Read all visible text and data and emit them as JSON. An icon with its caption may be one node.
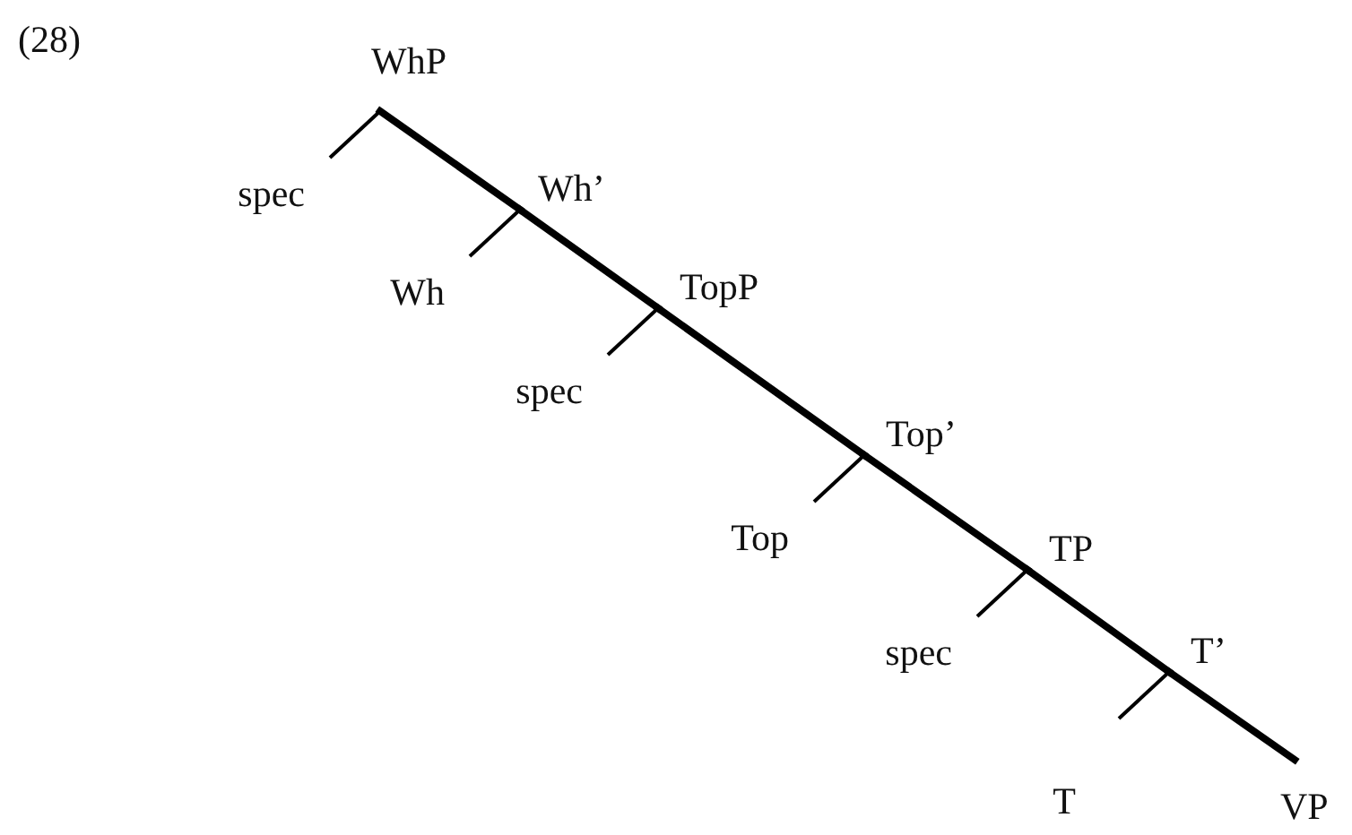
{
  "diagram": {
    "nodes": [
      {
        "text": [
          "WhP"
        ]
      },
      {
        "text": [
          "spec"
        ]
      },
      {
        "text": [
          "Wh’"
        ]
      },
      {
        "text": [
          "Wh"
        ]
      },
      {
        "text": [
          "TopP"
        ]
      },
      {
        "text": [
          "spec"
        ]
      },
      {
        "text": [
          "Top’"
        ]
      },
      {
        "text": [
          "Top"
        ]
      },
      {
        "text": [
          "TP"
        ]
      },
      {
        "text": [
          "spec"
        ]
      },
      {
        "text": [
          "T’"
        ]
      },
      {
        "text": [
          "T"
        ]
      },
      {
        "text": [
          "VP"
        ]
      }
    ],
    "edges": [
      {
        "from": 0,
        "to": 1,
        "arrow": "none"
      },
      {
        "from": 0,
        "to": 2,
        "arrow": "none",
        "style": "thick"
      },
      {
        "from": 2,
        "to": 3,
        "arrow": "none"
      },
      {
        "from": 2,
        "to": 4,
        "arrow": "none",
        "style": "thick"
      },
      {
        "from": 4,
        "to": 5,
        "arrow": "none"
      },
      {
        "from": 4,
        "to": 6,
        "arrow": "none",
        "style": "thick"
      },
      {
        "from": 6,
        "to": 7,
        "arrow": "none"
      },
      {
        "from": 6,
        "to": 8,
        "arrow": "none",
        "style": "thick"
      },
      {
        "from": 8,
        "to": 9,
        "arrow": "none"
      },
      {
        "from": 8,
        "to": 10,
        "arrow": "none",
        "style": "thick"
      },
      {
        "from": 10,
        "to": 11,
        "arrow": "none"
      },
      {
        "from": 10,
        "to": 12,
        "arrow": "none",
        "style": "thick"
      }
    ],
    "labels": [
      "(28)"
    ]
  }
}
